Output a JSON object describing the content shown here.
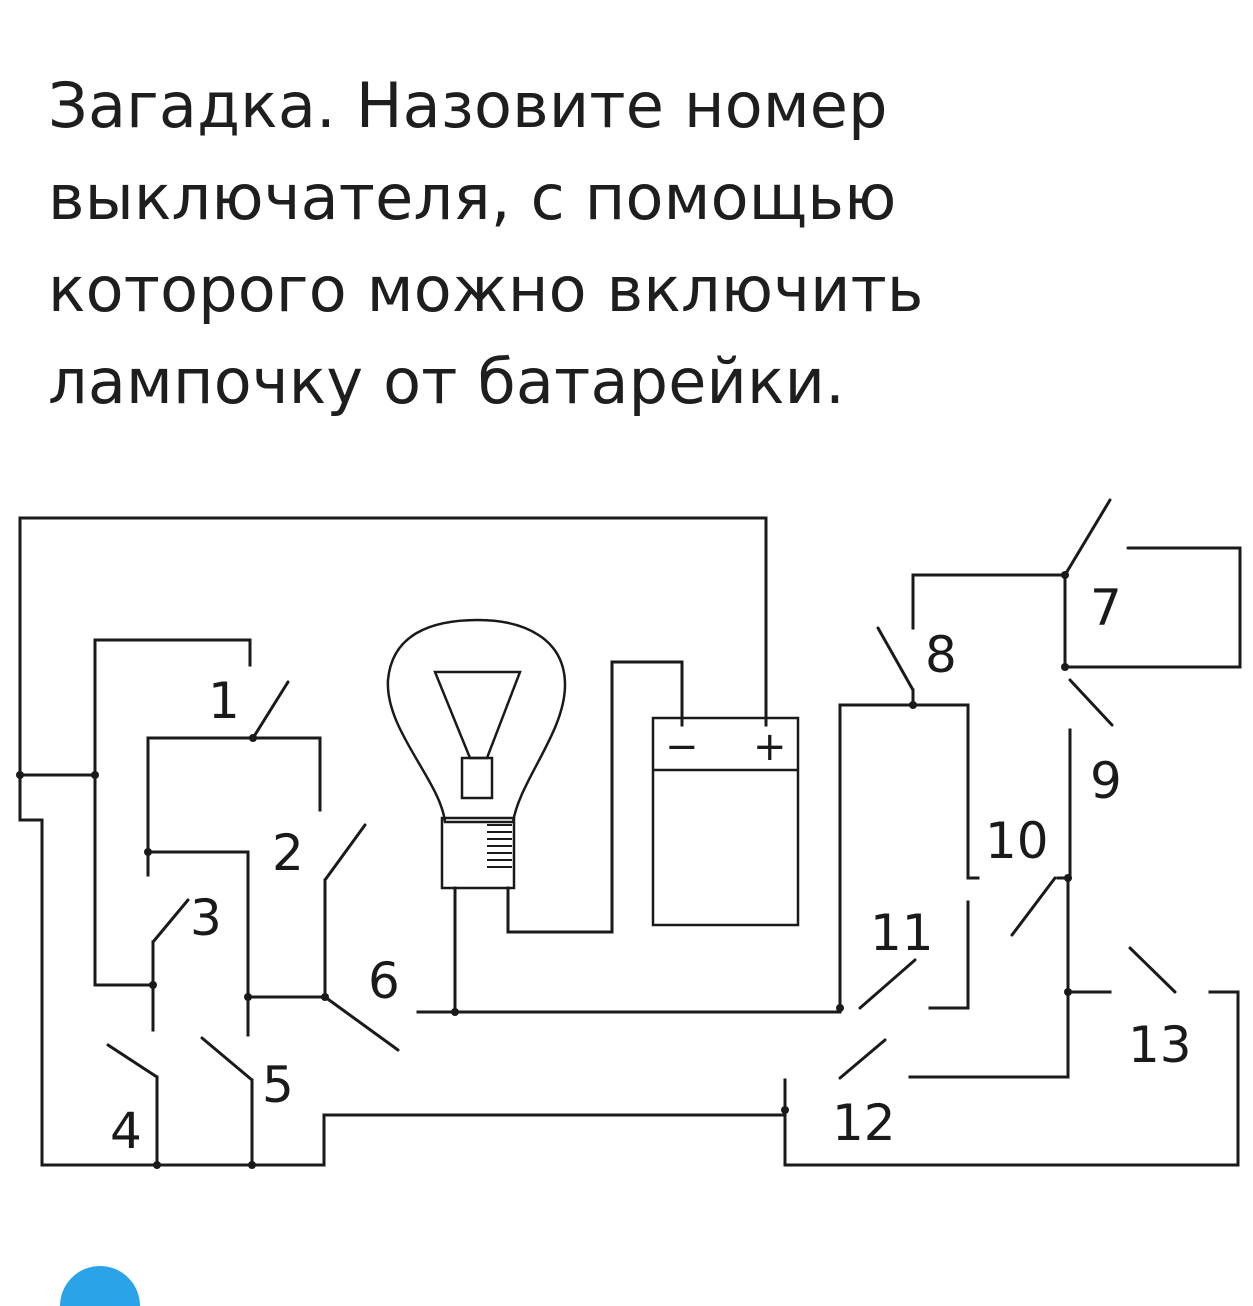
{
  "riddle": {
    "lines": [
      "Загадка. Назовите номер",
      "выключателя, с помощью",
      "которого можно включить",
      "лампочку от батарейки."
    ]
  },
  "diagram": {
    "battery": {
      "minus": "−",
      "plus": "+"
    },
    "switch_labels": {
      "s1": "1",
      "s2": "2",
      "s3": "3",
      "s4": "4",
      "s5": "5",
      "s6": "6",
      "s7": "7",
      "s8": "8",
      "s9": "9",
      "s10": "10",
      "s11": "11",
      "s12": "12",
      "s13": "13"
    }
  }
}
